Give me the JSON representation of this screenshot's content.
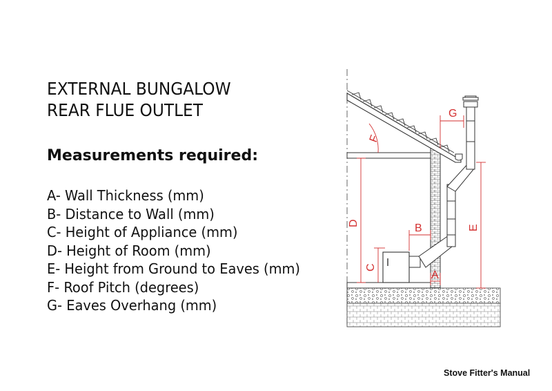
{
  "title": {
    "line1": "EXTERNAL BUNGALOW",
    "line2": "REAR FLUE OUTLET"
  },
  "subtitle": "Measurements required:",
  "measurements": [
    "A- Wall Thickness (mm)",
    "B- Distance to Wall (mm)",
    "C- Height of Appliance (mm)",
    "D- Height of Room (mm)",
    "E- Height from Ground to Eaves (mm)",
    "F- Roof Pitch (degrees)",
    "G- Eaves Overhang (mm)"
  ],
  "diagram_labels": {
    "a": "A",
    "b": "B",
    "c": "C",
    "d": "D",
    "e": "E",
    "f": "F",
    "g": "G"
  },
  "colors": {
    "dimension": "#d32f2f",
    "line": "#333333"
  },
  "footer": "Stove Fitter's Manual"
}
